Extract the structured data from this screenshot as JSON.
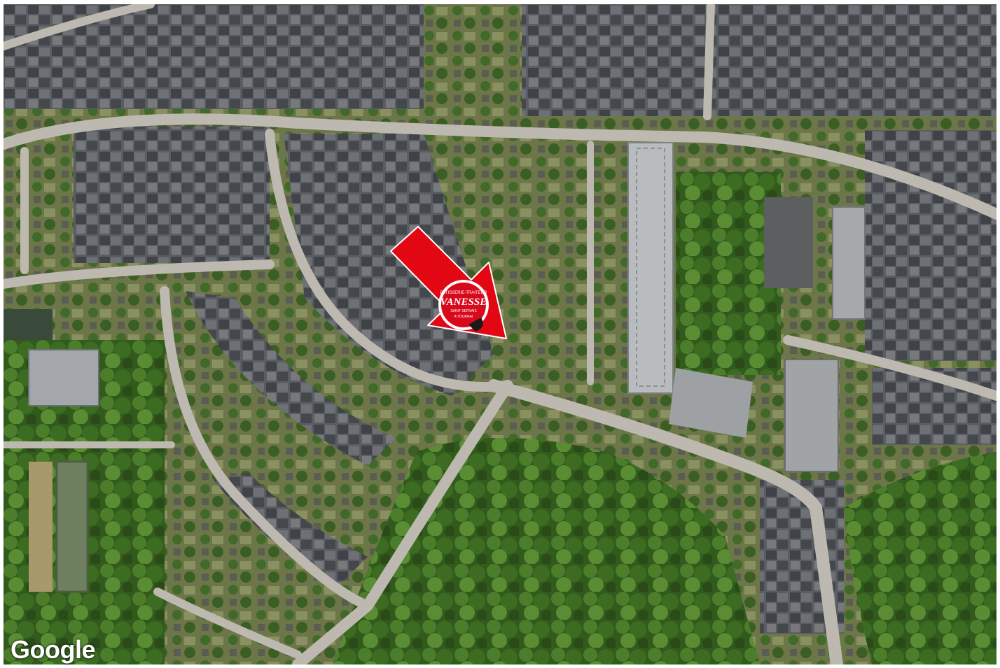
{
  "map": {
    "view": "satellite",
    "attribution": "Google",
    "marker": {
      "icon": "red-arrow-icon",
      "color": "#e30613",
      "logo": {
        "icon": "brand-logo-icon",
        "text_top": "PATISSERIE-TRAITEUR",
        "text_main": "VANESSE",
        "text_sub": "SAINT-SERVAIS",
        "text_bottom": "A TOURNAI",
        "colors": {
          "background": "#d9091c",
          "ring": "#ffffff",
          "dark": "#1a1a1a"
        }
      }
    },
    "colors": {
      "road": "#b9b6ad",
      "roof": "#4a4d52",
      "tree": "#3e6b24",
      "grass": "#7a8a52"
    }
  }
}
